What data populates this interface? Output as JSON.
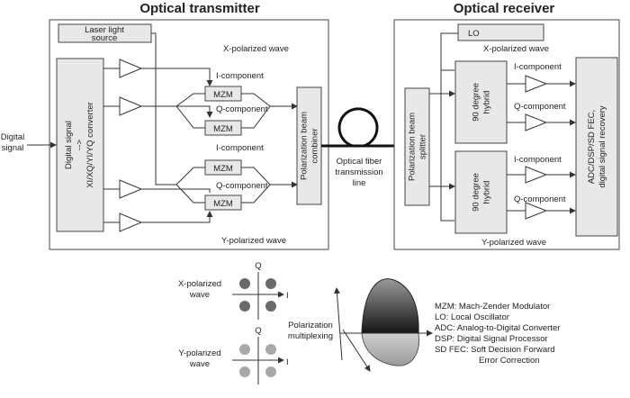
{
  "transmitter": {
    "title": "Optical transmitter",
    "laser": [
      "Laser light",
      "source"
    ],
    "x_wave": "X-polarized wave",
    "y_wave": "Y-polarized wave",
    "converter": [
      "Digital signal",
      "-->",
      "XI/XQ/YI/YQ converter"
    ],
    "mzm": "MZM",
    "i_component": "I-component",
    "q_component": "Q-component",
    "combiner": [
      "Polarization beam",
      "combiner"
    ]
  },
  "input": [
    "Digital",
    "signal"
  ],
  "fiber": [
    "Optical fiber",
    "transmission",
    "line"
  ],
  "receiver": {
    "title": "Optical receiver",
    "lo": "LO",
    "x_wave": "X-polarized wave",
    "y_wave": "Y-polarized wave",
    "splitter": [
      "Polarization beam",
      "splitter"
    ],
    "hybrid": [
      "90 degree",
      "hybrid"
    ],
    "i_component": "I-component",
    "q_component": "Q-component",
    "recovery": [
      "ADC/DSP/SD FEC,",
      "digital signal recovery"
    ]
  },
  "constellation": {
    "q_axis": "Q",
    "i_axis": "I",
    "x_wave": [
      "X-polarized",
      "wave"
    ],
    "y_wave": [
      "Y-polarized",
      "wave"
    ],
    "multiplexing": [
      "Polarization",
      "multiplexing"
    ]
  },
  "legend": [
    "MZM: Mach-Zender Modulator",
    "LO: Local Oscillator",
    "ADC: Analog-to-Digital Converter",
    "DSP: Digital Signal Processor",
    "SD FEC: Soft Decision Forward",
    "Error Correction"
  ],
  "colors": {
    "box_fill": "#e8e8e8",
    "dot_dark": "#6a6a6a",
    "dot_light": "#a8a8a8"
  }
}
